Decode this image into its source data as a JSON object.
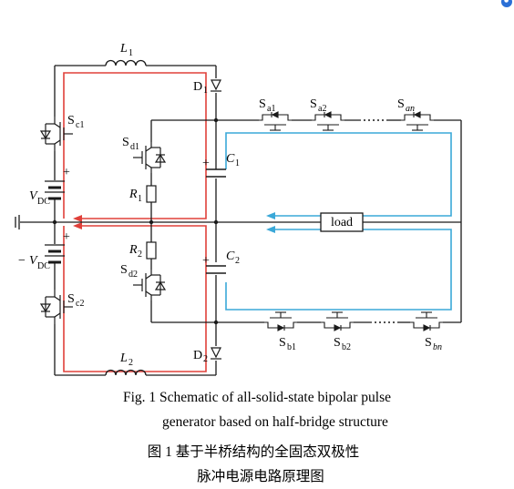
{
  "diagram": {
    "components": {
      "L1": {
        "main": "L",
        "sub": "1"
      },
      "L2": {
        "main": "L",
        "sub": "2"
      },
      "D1": {
        "main": "D",
        "sub": "1"
      },
      "D2": {
        "main": "D",
        "sub": "2"
      },
      "Sc1": {
        "main": "S",
        "sub": "c1"
      },
      "Sc2": {
        "main": "S",
        "sub": "c2"
      },
      "Sd1": {
        "main": "S",
        "sub": "d1"
      },
      "Sd2": {
        "main": "S",
        "sub": "d2"
      },
      "R1": {
        "main": "R",
        "sub": "1"
      },
      "R2": {
        "main": "R",
        "sub": "2"
      },
      "C1": {
        "main": "C",
        "sub": "1"
      },
      "C2": {
        "main": "C",
        "sub": "2"
      },
      "VDC_pos": {
        "main": "V",
        "sub": "DC"
      },
      "VDC_neg": {
        "prefix": "−",
        "main": "V",
        "sub": "DC"
      },
      "Sa1": {
        "main": "S",
        "sub": "a1"
      },
      "Sa2": {
        "main": "S",
        "sub": "a2"
      },
      "San": {
        "main": "S",
        "sub": "an"
      },
      "Sb1": {
        "main": "S",
        "sub": "b1"
      },
      "Sb2": {
        "main": "S",
        "sub": "b2"
      },
      "Sbn": {
        "main": "S",
        "sub": "bn"
      }
    },
    "load_label": "load",
    "plus_sign": "+",
    "colors": {
      "wire": "#1a1a1a",
      "red_path": "#e0403a",
      "blue_path": "#3aa8d8"
    }
  },
  "caption": {
    "line1": "Fig. 1    Schematic of all-solid-state bipolar pulse",
    "line2": "generator based on half-bridge structure",
    "line3": "图 1    基于半桥结构的全固态双极性",
    "line4": "脉冲电源电路原理图"
  }
}
